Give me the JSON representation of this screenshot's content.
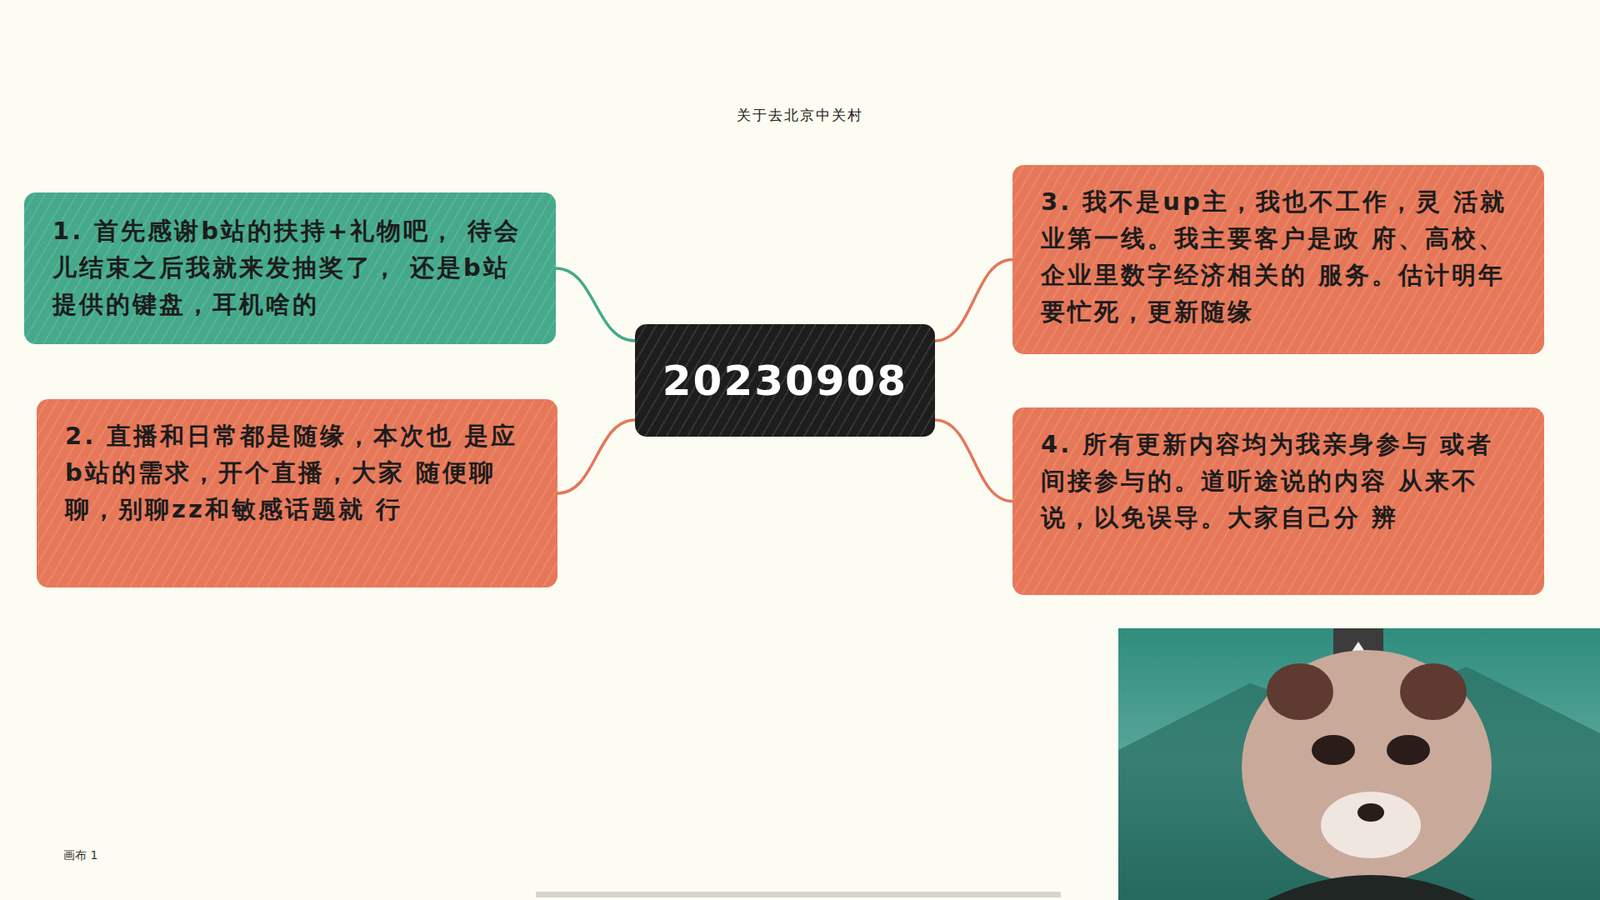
{
  "diagram": {
    "title": "关于去北京中关村",
    "nodes": [
      {
        "text": [
          "20230908"
        ]
      },
      {
        "text": [
          "1. 首先感谢b站的扶持+礼物吧， 待会儿结束之后我就来发抽奖了， 还是b站提供的键盘，耳机啥的"
        ]
      },
      {
        "text": [
          "2. 直播和日常都是随缘，本次也 是应b站的需求，开个直播，大家 随便聊聊，别聊zz和敏感话题就 行"
        ]
      },
      {
        "text": [
          "3. 我不是up主，我也不工作，灵 活就业第一线。我主要客户是政 府、高校、企业里数字经济相关的 服务。估计明年要忙死，更新随缘"
        ]
      },
      {
        "text": [
          "4. 所有更新内容均为我亲身参与 或者间接参与的。道听途说的内容 从来不说，以免误导。大家自己分 辨"
        ]
      }
    ],
    "edges": [
      {
        "from": 0,
        "to": 1,
        "arrow": "none"
      },
      {
        "from": 0,
        "to": 2,
        "arrow": "none"
      },
      {
        "from": 0,
        "to": 3,
        "arrow": "none"
      },
      {
        "from": 0,
        "to": 4,
        "arrow": "none"
      }
    ],
    "labels": [
      "画布 1"
    ]
  }
}
